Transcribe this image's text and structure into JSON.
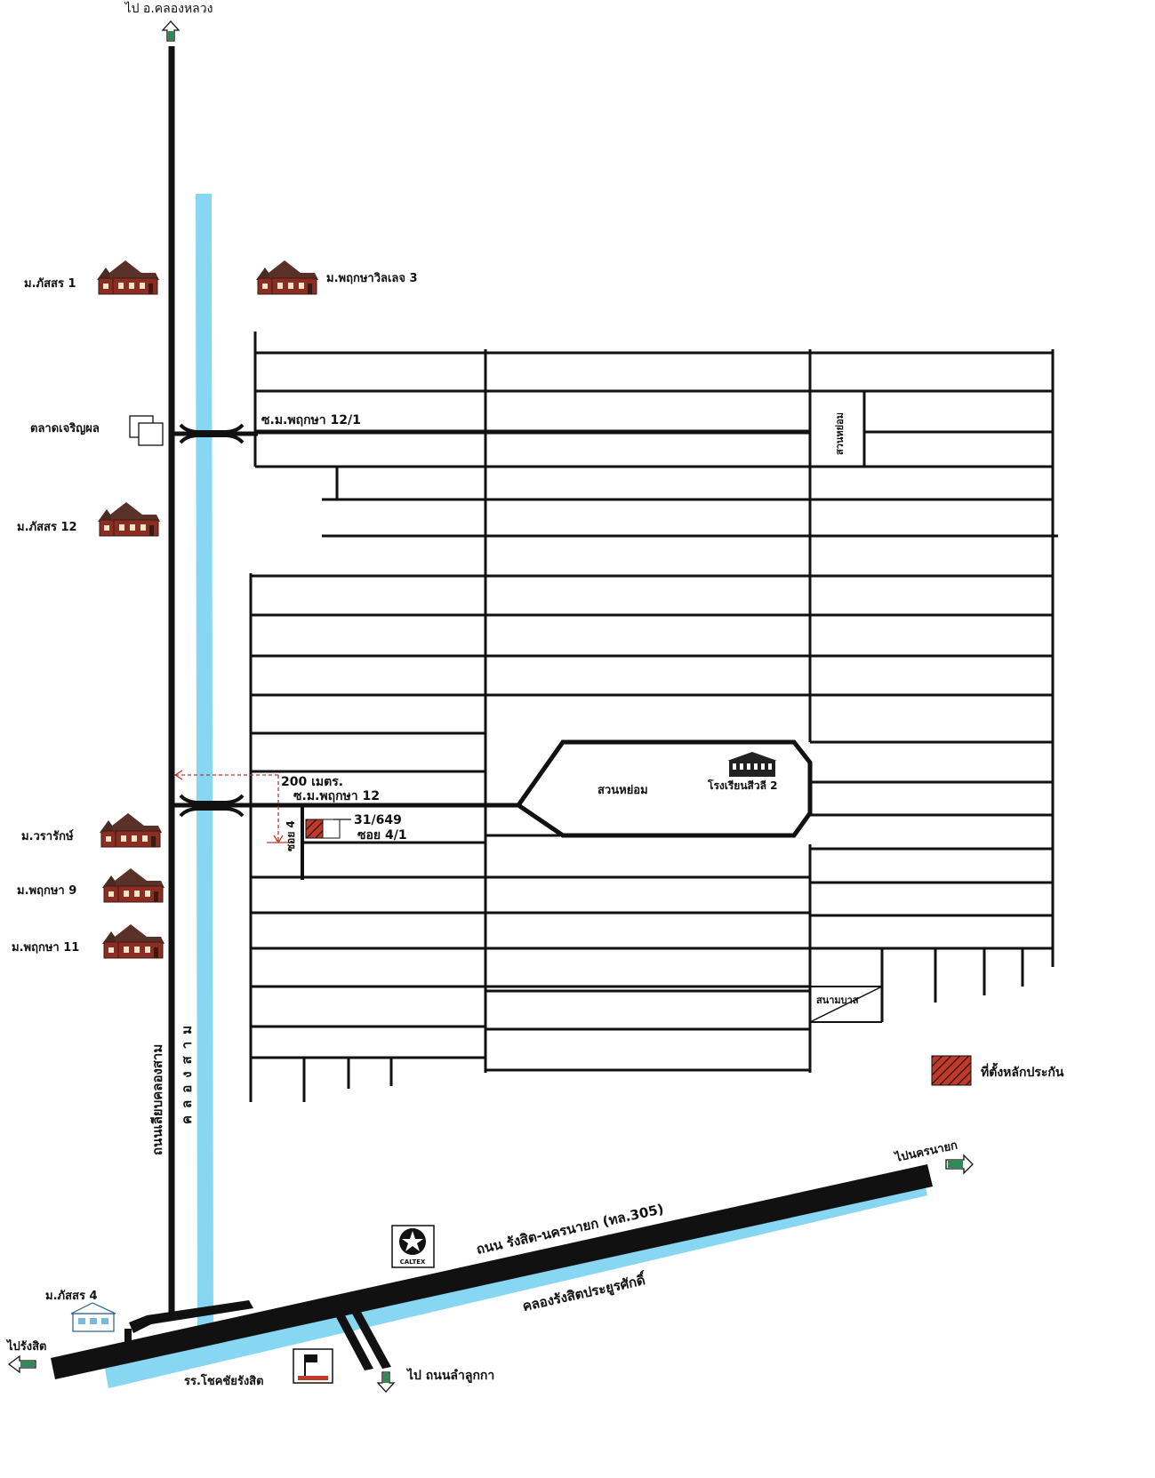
{
  "colors": {
    "road": "#111111",
    "canal": "#87d6f2",
    "collateral": "#c0392b",
    "arrow": "#2e8b57",
    "house_roof": "#4a2a22",
    "house_wall": "#8b2d22",
    "dimension": "#c0392b"
  },
  "labels": {
    "to_khlong_luang": "ไป อ.คลองหลวง",
    "pattasorn_1": "ม.ภัสสร 1",
    "pruksa_village_3": "ม.พฤกษาวิลเลจ 3",
    "charoenpol_market": "ตลาดเจริญผล",
    "soi_pruksa_12_1": "ซ.ม.พฤกษา 12/1",
    "suan_yom_top": "สวนหย่อม",
    "pattasorn_12": "ม.ภัสสร 12",
    "distance": "200 เมตร.",
    "soi_pruksa_12": "ซ.ม.พฤกษา 12",
    "suan_yom_center": "สวนหย่อม",
    "school": "โรงเรียนสีวลี 2",
    "house_number": "31/649",
    "soi_4_1": "ซอย 4/1",
    "soi_4": "ซอย 4",
    "wararak": "ม.วรารักษ์",
    "pruksa_9": "ม.พฤกษา 9",
    "pruksa_11": "ม.พฤกษา 11",
    "basketball": "สนามบาส",
    "collateral_legend": "ที่ตั้งหลักประกัน",
    "frontage_road": "ถนนเลียบคลองสาม",
    "khlong_sam": "คลองสาม",
    "to_nakhon_nayok": "ไปนครนายก",
    "main_road": "ถนน รังสิต-นครนายก (ทล.305)",
    "caltex": "CALTEX",
    "rangsit_canal": "คลองรังสิตประยูรศักดิ์",
    "pattasorn_4": "ม.ภัสสร 4",
    "to_rangsit": "ไปรังสิต",
    "chokchai_school": "รร.โชคชัยรังสิต",
    "to_lam_luk_ka": "ไป ถนนลำลูกกา"
  },
  "icons": {
    "house": "house-icon",
    "market": "market-icon",
    "school": "school-icon",
    "arrow": "direction-arrow-icon",
    "caltex": "caltex-logo-icon",
    "flag_school": "flag-school-icon"
  }
}
